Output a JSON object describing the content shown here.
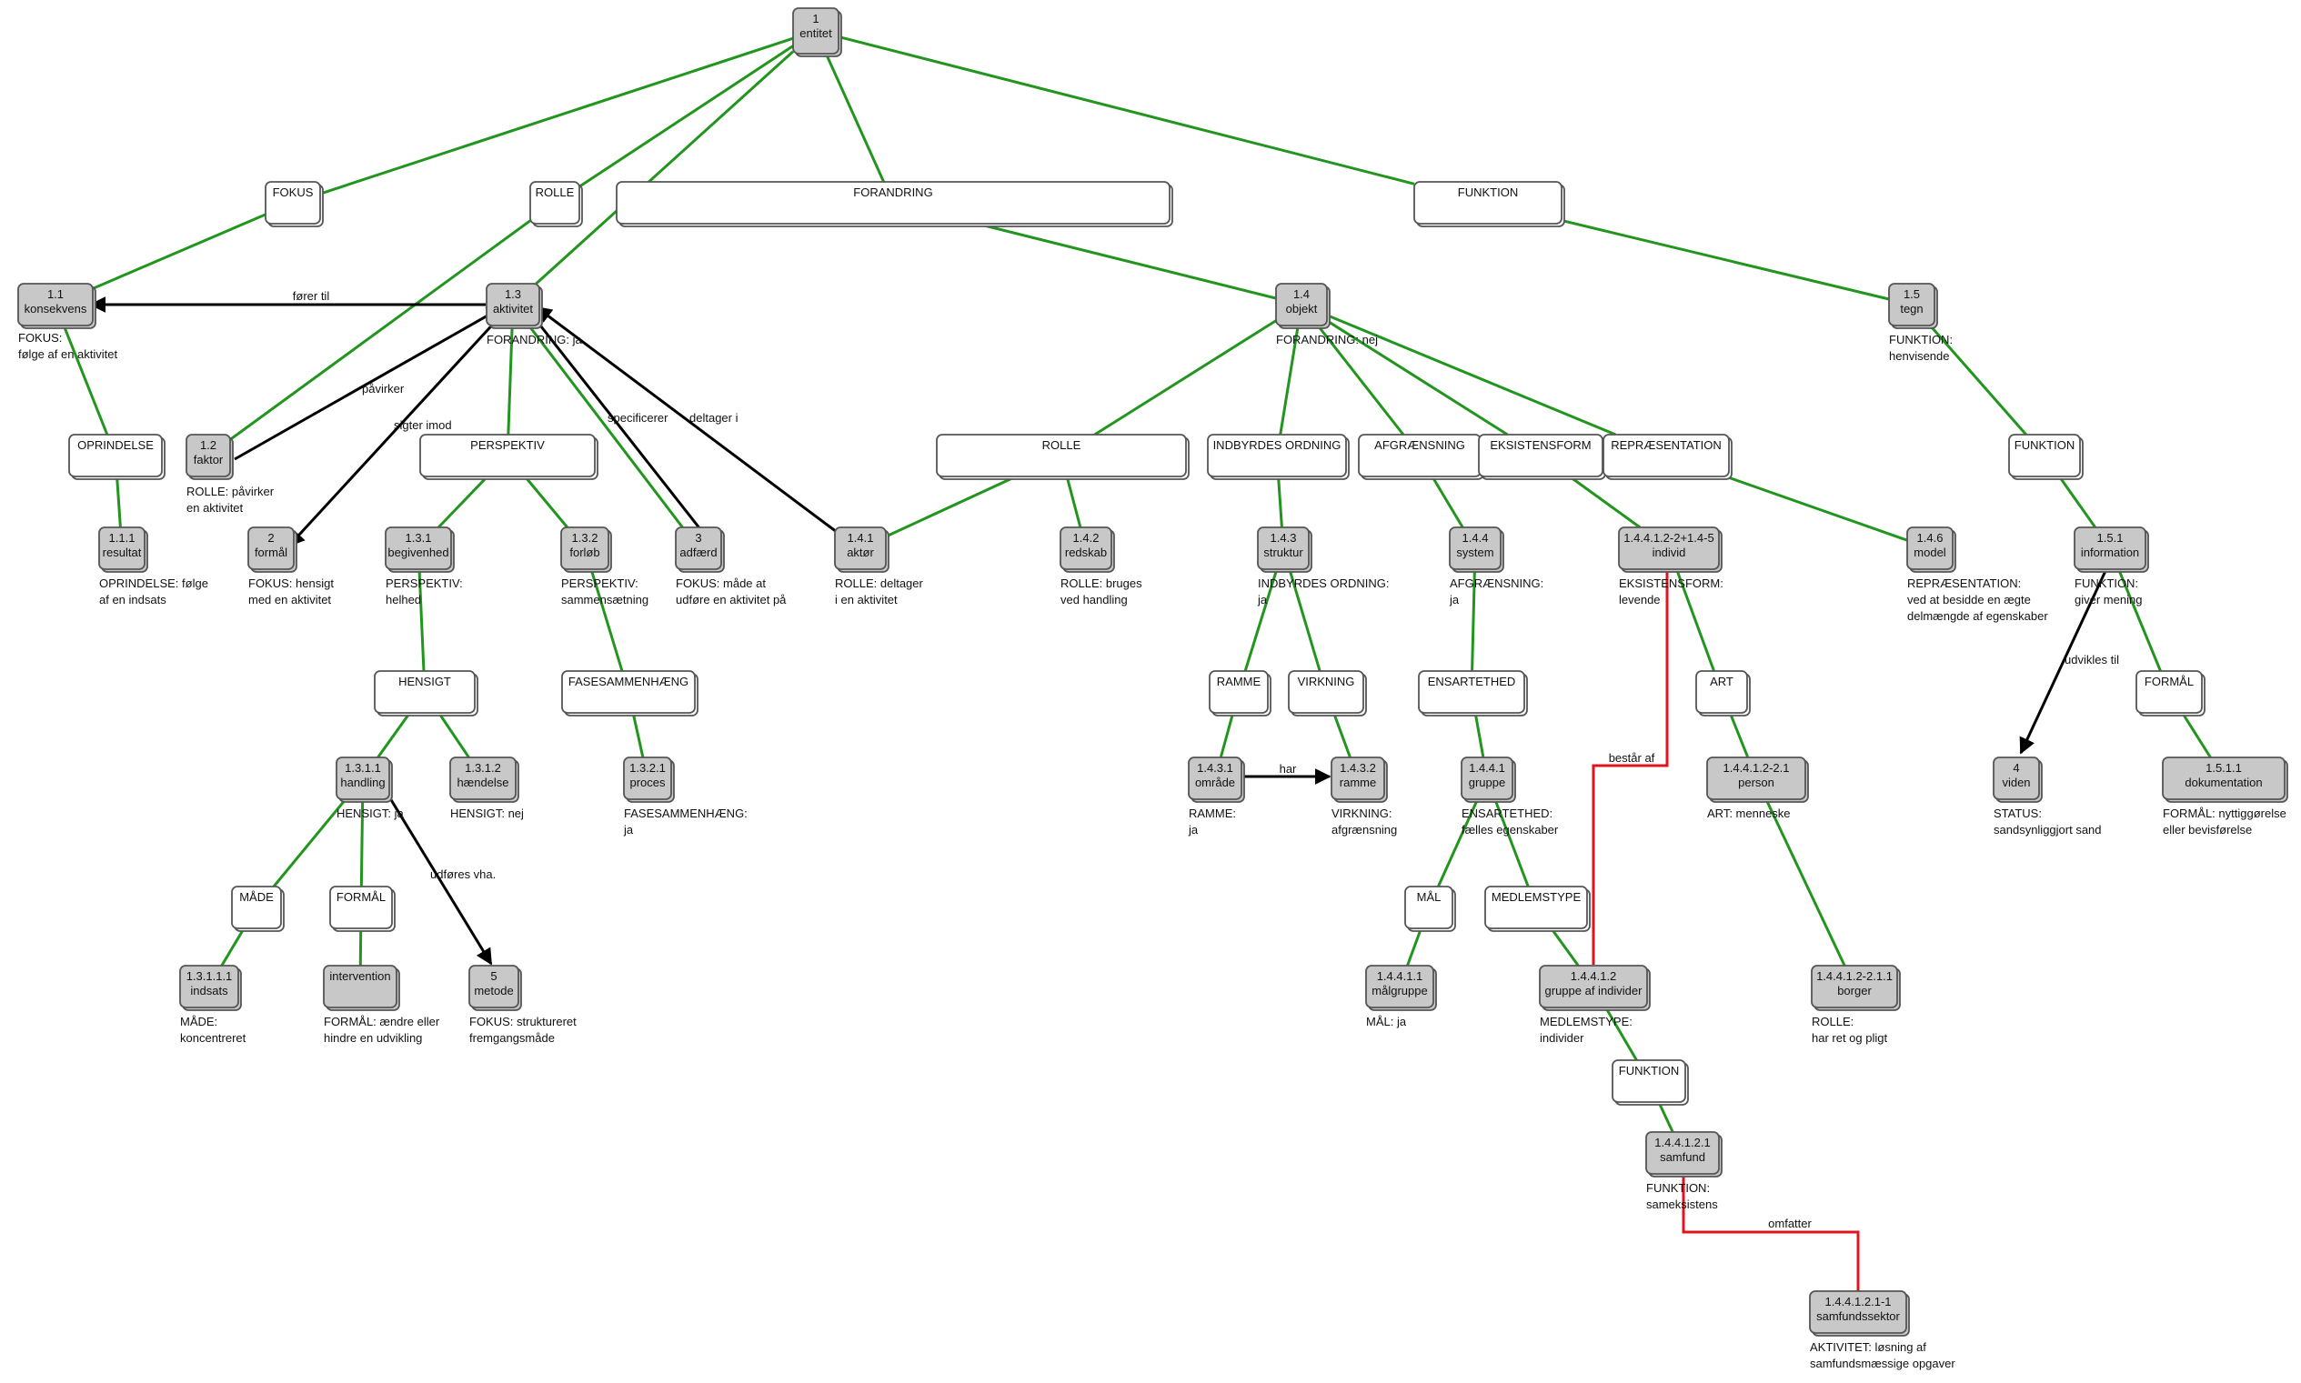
{
  "colors": {
    "green": "#22951e",
    "black": "#000000",
    "red": "#e0141c",
    "concept_fill": "#c8c8c8",
    "attr_fill": "#ffffff"
  },
  "nodes": {
    "n1": {
      "lines": [
        "1",
        "entitet"
      ]
    },
    "fokus": {
      "lines": [
        "FOKUS"
      ]
    },
    "rolle0": {
      "lines": [
        "ROLLE"
      ]
    },
    "forandring": {
      "lines": [
        "FORANDRING"
      ]
    },
    "funktion0": {
      "lines": [
        "FUNKTION"
      ]
    },
    "n11": {
      "lines": [
        "1.1",
        "konsekvens"
      ]
    },
    "n13": {
      "lines": [
        "1.3",
        "aktivitet"
      ]
    },
    "n14": {
      "lines": [
        "1.4",
        "objekt"
      ]
    },
    "n15": {
      "lines": [
        "1.5",
        "tegn"
      ]
    },
    "oprindelse": {
      "lines": [
        "OPRINDELSE"
      ]
    },
    "n12": {
      "lines": [
        "1.2",
        "faktor"
      ]
    },
    "perspektiv": {
      "lines": [
        "PERSPEKTIV"
      ]
    },
    "rolle14": {
      "lines": [
        "ROLLE"
      ]
    },
    "indbyrdes": {
      "lines": [
        "INDBYRDES ORDNING"
      ]
    },
    "afgraensning": {
      "lines": [
        "AFGRÆNSNING"
      ]
    },
    "eksistensform": {
      "lines": [
        "EKSISTENSFORM"
      ]
    },
    "repraesentation": {
      "lines": [
        "REPRÆSENTATION"
      ]
    },
    "funktion15": {
      "lines": [
        "FUNKTION"
      ]
    },
    "n111": {
      "lines": [
        "1.1.1",
        "resultat"
      ]
    },
    "n2": {
      "lines": [
        "2",
        "formål"
      ]
    },
    "n131": {
      "lines": [
        "1.3.1",
        "begivenhed"
      ]
    },
    "n132": {
      "lines": [
        "1.3.2",
        "forløb"
      ]
    },
    "n3": {
      "lines": [
        "3",
        "adfærd"
      ]
    },
    "n141": {
      "lines": [
        "1.4.1",
        "aktør"
      ]
    },
    "n142": {
      "lines": [
        "1.4.2",
        "redskab"
      ]
    },
    "n143": {
      "lines": [
        "1.4.3",
        "struktur"
      ]
    },
    "n144": {
      "lines": [
        "1.4.4",
        "system"
      ]
    },
    "n1445": {
      "lines": [
        "1.4.4.1.2-2+1.4-5",
        "individ"
      ]
    },
    "n146": {
      "lines": [
        "1.4.6",
        "model"
      ]
    },
    "n151": {
      "lines": [
        "1.5.1",
        "information"
      ]
    },
    "hensigt": {
      "lines": [
        "HENSIGT"
      ]
    },
    "fasesam": {
      "lines": [
        "FASESAMMENHÆNG"
      ]
    },
    "ramme": {
      "lines": [
        "RAMME"
      ]
    },
    "virkning": {
      "lines": [
        "VIRKNING"
      ]
    },
    "ensartethed": {
      "lines": [
        "ENSARTETHED"
      ]
    },
    "art": {
      "lines": [
        "ART"
      ]
    },
    "formal151": {
      "lines": [
        "FORMÅL"
      ]
    },
    "n1311": {
      "lines": [
        "1.3.1.1",
        "handling"
      ]
    },
    "n1312": {
      "lines": [
        "1.3.1.2",
        "hændelse"
      ]
    },
    "n1321": {
      "lines": [
        "1.3.2.1",
        "proces"
      ]
    },
    "n1431": {
      "lines": [
        "1.4.3.1",
        "område"
      ]
    },
    "n1432": {
      "lines": [
        "1.4.3.2",
        "ramme"
      ]
    },
    "n1441": {
      "lines": [
        "1.4.4.1",
        "gruppe"
      ]
    },
    "nperson": {
      "lines": [
        "1.4.4.1.2-2.1",
        "person"
      ]
    },
    "n4": {
      "lines": [
        "4",
        "viden"
      ]
    },
    "n1511": {
      "lines": [
        "1.5.1.1",
        "dokumentation"
      ]
    },
    "made": {
      "lines": [
        "MÅDE"
      ]
    },
    "formal1311": {
      "lines": [
        "FORMÅL"
      ]
    },
    "mal": {
      "lines": [
        "MÅL"
      ]
    },
    "medlemstype": {
      "lines": [
        "MEDLEMSTYPE"
      ]
    },
    "n13111": {
      "lines": [
        "1.3.1.1.1",
        "indsats"
      ]
    },
    "nintervention": {
      "lines": [
        "intervention"
      ]
    },
    "n5": {
      "lines": [
        "5",
        "metode"
      ]
    },
    "n14411": {
      "lines": [
        "1.4.4.1.1",
        "målgruppe"
      ]
    },
    "n14412": {
      "lines": [
        "1.4.4.1.2",
        "gruppe af individer"
      ]
    },
    "nborger": {
      "lines": [
        "1.4.4.1.2-2.1.1",
        "borger"
      ]
    },
    "funktion14412": {
      "lines": [
        "FUNKTION"
      ]
    },
    "n144121": {
      "lines": [
        "1.4.4.1.2.1",
        "samfund"
      ]
    },
    "nsektor": {
      "lines": [
        "1.4.4.1.2.1-1",
        "samfundssektor"
      ]
    }
  },
  "notes": {
    "n11": [
      "FOKUS:",
      "følge af en aktivitet"
    ],
    "n13": [
      "FORANDRING: ja"
    ],
    "n14": [
      "FORANDRING: nej"
    ],
    "n15": [
      "FUNKTION:",
      "henvisende"
    ],
    "n12": [
      "ROLLE: påvirker",
      "en aktivitet"
    ],
    "n111": [
      "OPRINDELSE: følge",
      "af en indsats"
    ],
    "n2": [
      "FOKUS: hensigt",
      "med en aktivitet"
    ],
    "n131": [
      "PERSPEKTIV:",
      "helhed"
    ],
    "n132": [
      "PERSPEKTIV:",
      "sammensætning"
    ],
    "n3": [
      "FOKUS: måde at",
      "udføre en aktivitet på"
    ],
    "n141": [
      "ROLLE: deltager",
      "i en aktivitet"
    ],
    "n142": [
      "ROLLE: bruges",
      "ved handling"
    ],
    "n143": [
      "INDBYRDES ORDNING:",
      "ja"
    ],
    "n144": [
      "AFGRÆNSNING:",
      "ja"
    ],
    "n1445": [
      "EKSISTENSFORM:",
      "levende"
    ],
    "n146": [
      "REPRÆSENTATION:",
      "ved at besidde en ægte",
      "delmængde af egenskaber"
    ],
    "n151": [
      "FUNKTION:",
      "giver mening"
    ],
    "n1311": [
      "HENSIGT: ja"
    ],
    "n1312": [
      "HENSIGT: nej"
    ],
    "n1321": [
      "FASESAMMENHÆNG:",
      "ja"
    ],
    "n1431": [
      "RAMME:",
      "ja"
    ],
    "n1432": [
      "VIRKNING:",
      "afgrænsning"
    ],
    "n1441": [
      "ENSARTETHED:",
      "fælles egenskaber"
    ],
    "nperson": [
      "ART: menneske"
    ],
    "n4": [
      "STATUS:",
      "sandsynliggjort sand"
    ],
    "n1511": [
      "FORMÅL: nyttiggørelse",
      "eller bevisførelse"
    ],
    "n13111": [
      "MÅDE:",
      "koncentreret"
    ],
    "nintervention": [
      "FORMÅL: ændre eller",
      "hindre en udvikling"
    ],
    "n5": [
      "FOKUS: struktureret",
      "fremgangsmåde"
    ],
    "n14411": [
      "MÅL: ja"
    ],
    "n14412": [
      "MEDLEMSTYPE:",
      "individer"
    ],
    "nborger": [
      "ROLLE:",
      "har ret og pligt"
    ],
    "n144121": [
      "FUNKTION:",
      "sameksistens"
    ],
    "nsektor": [
      "AKTIVITET: løsning af",
      "samfundsmæssige opgaver"
    ]
  },
  "edge_labels": {
    "forer_til": "fører til",
    "pavirker": "påvirker",
    "sigter_imod": "sigter imod",
    "specificerer": "specificerer",
    "deltager_i": "deltager i",
    "udfores_vha": "udføres vha.",
    "har": "har",
    "bestar_af": "består af",
    "udvikles_til": "udvikles til",
    "omfatter": "omfatter"
  },
  "edges": [
    [
      "green",
      "n1",
      "fokus"
    ],
    [
      "green",
      "n1",
      "rolle0"
    ],
    [
      "green",
      "n1",
      "forandring"
    ],
    [
      "green",
      "n1",
      "funktion0"
    ],
    [
      "green",
      "n1",
      "n13"
    ],
    [
      "green",
      "fokus",
      "n11"
    ],
    [
      "green",
      "rolle0",
      "n12"
    ],
    [
      "green",
      "forandring",
      "n14"
    ],
    [
      "green",
      "funktion0",
      "n15"
    ],
    [
      "green",
      "n11",
      "oprindelse"
    ],
    [
      "green",
      "oprindelse",
      "n111"
    ],
    [
      "green",
      "n13",
      "perspektiv"
    ],
    [
      "green",
      "n13",
      "n3"
    ],
    [
      "green",
      "perspektiv",
      "n131"
    ],
    [
      "green",
      "perspektiv",
      "n132"
    ],
    [
      "green",
      "n131",
      "hensigt"
    ],
    [
      "green",
      "hensigt",
      "n1311"
    ],
    [
      "green",
      "hensigt",
      "n1312"
    ],
    [
      "green",
      "n1311",
      "made"
    ],
    [
      "green",
      "n1311",
      "formal1311"
    ],
    [
      "green",
      "made",
      "n13111"
    ],
    [
      "green",
      "formal1311",
      "nintervention"
    ],
    [
      "green",
      "n132",
      "fasesam"
    ],
    [
      "green",
      "fasesam",
      "n1321"
    ],
    [
      "green",
      "n14",
      "rolle14"
    ],
    [
      "green",
      "n14",
      "indbyrdes"
    ],
    [
      "green",
      "n14",
      "afgraensning"
    ],
    [
      "green",
      "n14",
      "eksistensform"
    ],
    [
      "green",
      "n14",
      "repraesentation"
    ],
    [
      "green",
      "rolle14",
      "n141"
    ],
    [
      "green",
      "rolle14",
      "n142"
    ],
    [
      "green",
      "indbyrdes",
      "n143"
    ],
    [
      "green",
      "n143",
      "ramme"
    ],
    [
      "green",
      "n143",
      "virkning"
    ],
    [
      "green",
      "ramme",
      "n1431"
    ],
    [
      "green",
      "virkning",
      "n1432"
    ],
    [
      "green",
      "afgraensning",
      "n144"
    ],
    [
      "green",
      "n144",
      "ensartethed"
    ],
    [
      "green",
      "ensartethed",
      "n1441"
    ],
    [
      "green",
      "n1441",
      "mal"
    ],
    [
      "green",
      "n1441",
      "medlemstype"
    ],
    [
      "green",
      "mal",
      "n14411"
    ],
    [
      "green",
      "medlemstype",
      "n14412"
    ],
    [
      "green",
      "n14412",
      "funktion14412"
    ],
    [
      "green",
      "funktion14412",
      "n144121"
    ],
    [
      "green",
      "eksistensform",
      "n1445"
    ],
    [
      "green",
      "n1445",
      "art"
    ],
    [
      "green",
      "art",
      "nperson"
    ],
    [
      "green",
      "nperson",
      "nborger"
    ],
    [
      "green",
      "repraesentation",
      "n146"
    ],
    [
      "green",
      "n15",
      "funktion15"
    ],
    [
      "green",
      "funktion15",
      "n151"
    ],
    [
      "green",
      "n151",
      "formal151"
    ],
    [
      "green",
      "formal151",
      "n1511"
    ]
  ]
}
